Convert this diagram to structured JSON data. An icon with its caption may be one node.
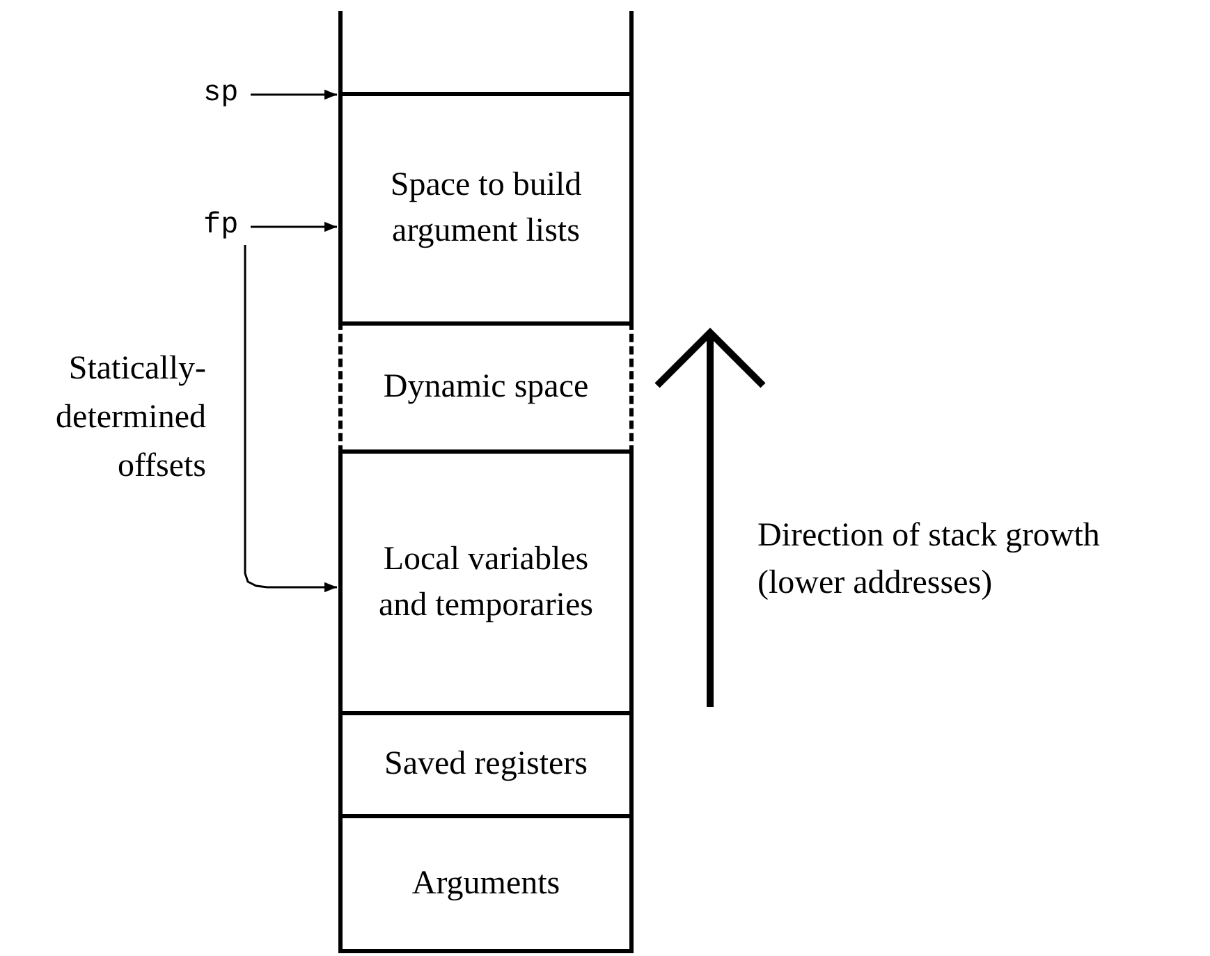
{
  "diagram": {
    "nodes": [
      {
        "text": [
          "sp"
        ]
      },
      {
        "text": [
          "fp"
        ]
      },
      {
        "text": [
          "Space to build argument lists"
        ]
      },
      {
        "text": [
          "Dynamic space"
        ]
      },
      {
        "text": [
          "Local variables and temporaries"
        ]
      },
      {
        "text": [
          "Saved registers"
        ]
      },
      {
        "text": [
          "Arguments"
        ]
      }
    ],
    "edges": [
      {
        "from": 0,
        "to": 2,
        "arrow": "to"
      },
      {
        "from": 1,
        "to": 2,
        "arrow": "to"
      },
      {
        "from": 1,
        "to": 4,
        "arrow": "to"
      }
    ],
    "labels": [
      "Statically-determined offsets",
      "Direction of stack growth",
      "(lower addresses)"
    ]
  }
}
